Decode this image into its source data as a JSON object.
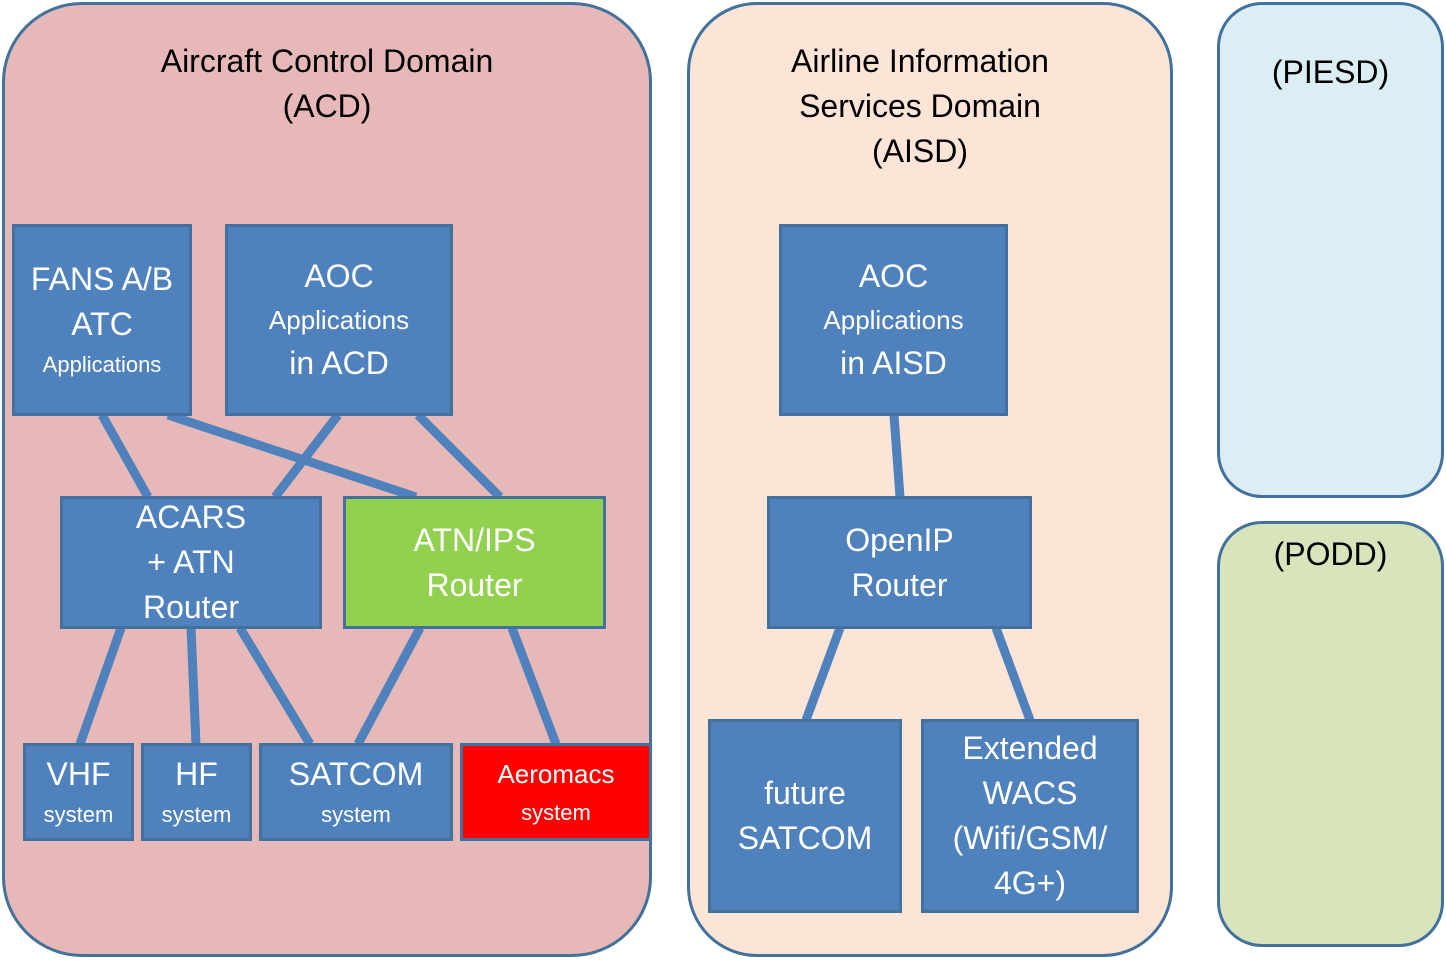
{
  "colors": {
    "acd_fill": "#e6b9b8",
    "aisd_fill": "#fce4d6",
    "piesd_fill": "#dbeef4",
    "podd_fill": "#d8e4bc",
    "node_blue": "#4f81bd",
    "node_border": "#41719c",
    "node_green": "#92d050",
    "node_red": "#ff0000"
  },
  "domains": {
    "acd": {
      "title_line1": "Aircraft Control Domain",
      "title_line2": "(ACD)"
    },
    "aisd": {
      "title_line1": "Airline Information",
      "title_line2": "Services Domain",
      "title_line3": "(AISD)"
    },
    "piesd": {
      "title": "(PIESD)"
    },
    "podd": {
      "title": "(PODD)"
    }
  },
  "nodes": {
    "fans": {
      "line1": "FANS A/B",
      "line2": "ATC",
      "line3": "Applications"
    },
    "aoc_acd": {
      "line1": "AOC",
      "line2": "Applications",
      "line3": "in ACD"
    },
    "acars": {
      "line1": "ACARS",
      "line2": "+ ATN",
      "line3": "Router"
    },
    "atn_ips": {
      "line1": "ATN/IPS",
      "line2": "Router"
    },
    "vhf": {
      "line1": "VHF",
      "line2": "system"
    },
    "hf": {
      "line1": "HF",
      "line2": "system"
    },
    "satcom": {
      "line1": "SATCOM",
      "line2": "system"
    },
    "aeromacs": {
      "line1": "Aeromacs",
      "line2": "system"
    },
    "aoc_aisd": {
      "line1": "AOC",
      "line2": "Applications",
      "line3": "in AISD"
    },
    "openip": {
      "line1": "OpenIP",
      "line2": "Router"
    },
    "future_satcom": {
      "line1": "future",
      "line2": "SATCOM"
    },
    "wacs": {
      "line1": "Extended",
      "line2": "WACS",
      "line3": "(Wifi/GSM/",
      "line4": "4G+)"
    }
  }
}
